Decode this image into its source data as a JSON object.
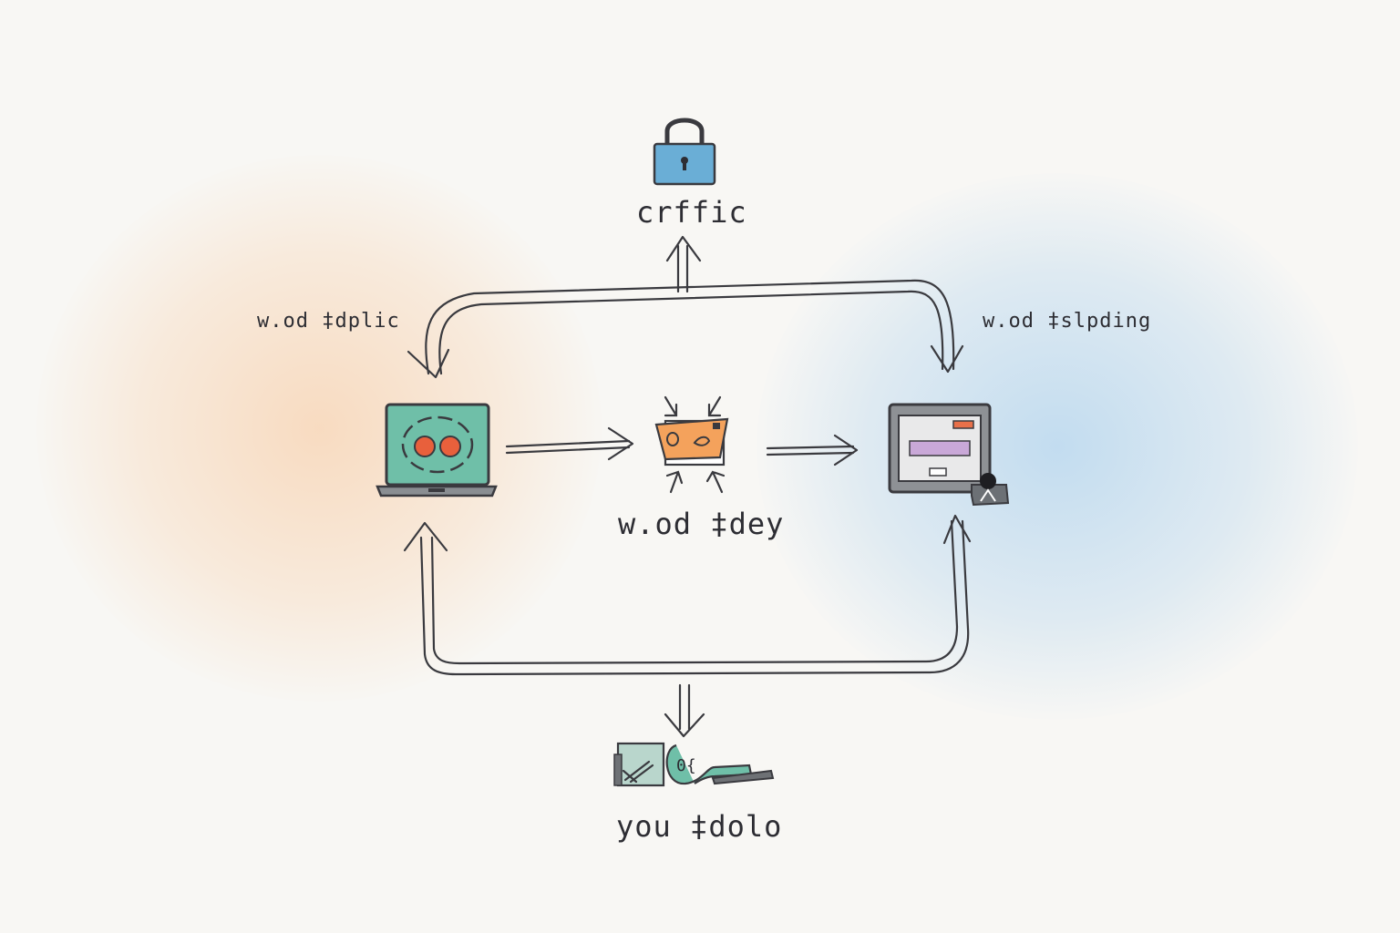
{
  "labels": {
    "top": "crffic",
    "left": "w.od ‡dplic",
    "right": "w.od ‡slpding",
    "center": "w.od ‡dey",
    "bottom": "you ‡dolo"
  },
  "icons": {
    "top": "lock-icon",
    "left": "laptop-icon",
    "center": "envelope-icon",
    "right": "monitor-icon",
    "bottom": "tools-icon"
  },
  "colors": {
    "warm_blob": "#f7c496",
    "cool_blob": "#96c6ec",
    "lock": "#6aaed6",
    "laptop_screen": "#6fbfa8",
    "laptop_dots": "#e8603c",
    "envelope": "#f4a25c",
    "monitor_bar": "#c9a8d8",
    "monitor_tab": "#e8704a",
    "ink": "#2d2d33"
  }
}
